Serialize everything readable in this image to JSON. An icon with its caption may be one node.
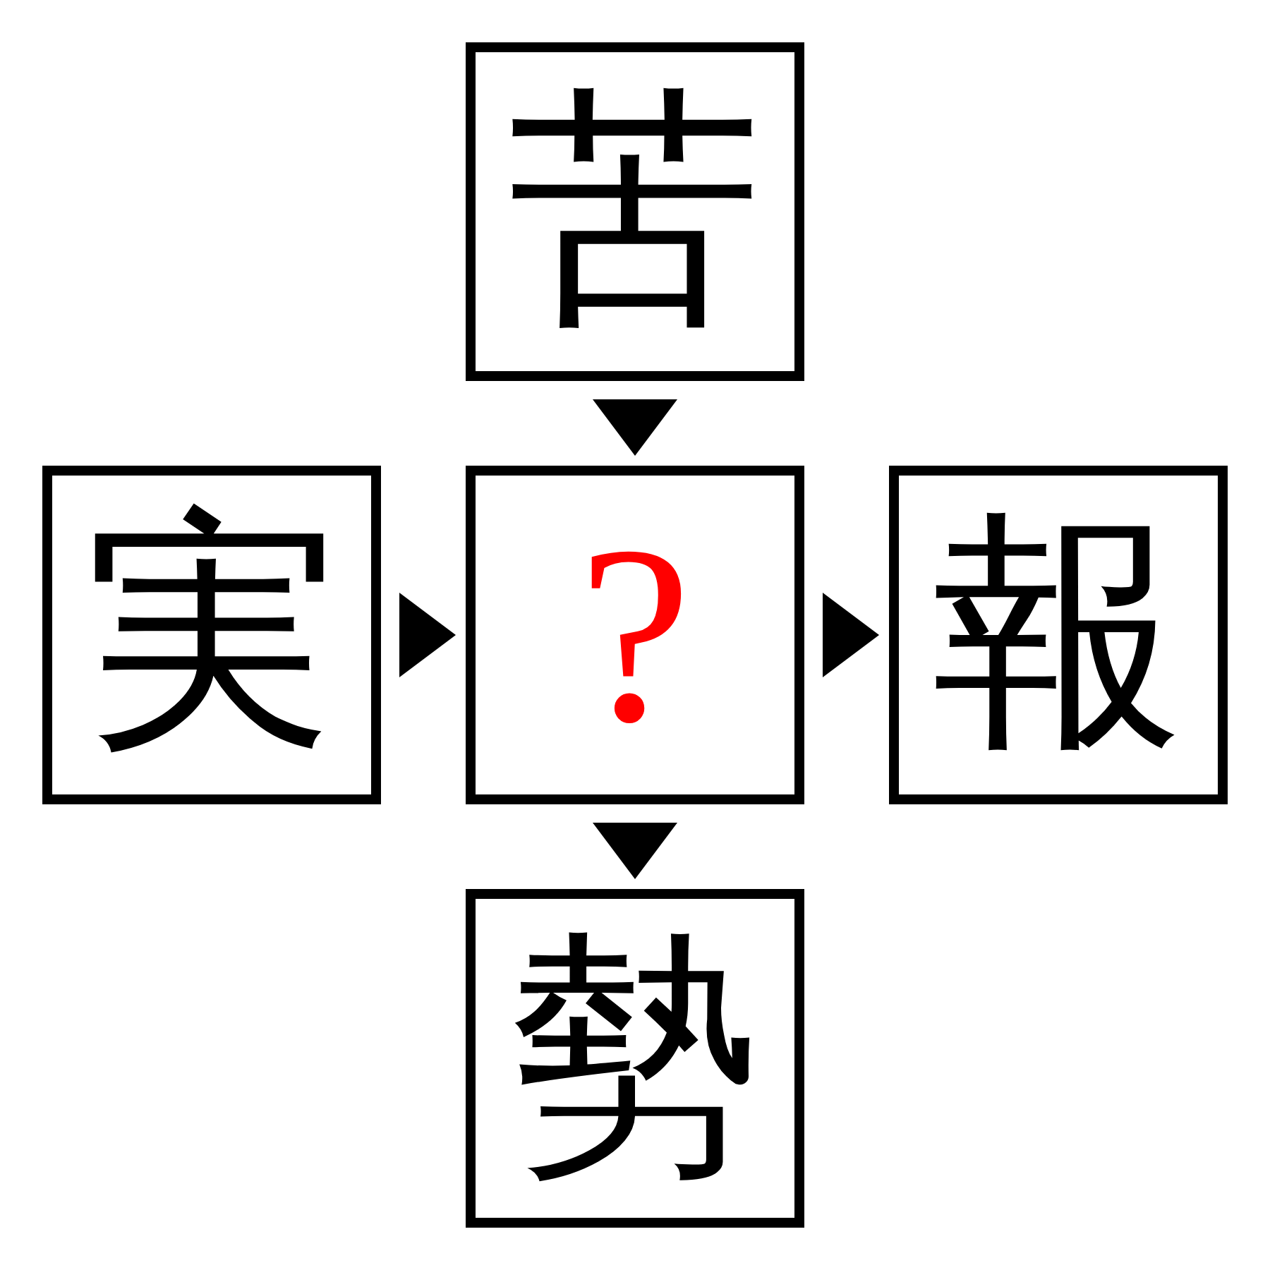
{
  "diagram": {
    "nodes": [
      {
        "text": [
          "苦"
        ]
      },
      {
        "text": [
          "実"
        ]
      },
      {
        "text": [
          "?"
        ]
      },
      {
        "text": [
          "報"
        ]
      },
      {
        "text": [
          "勢"
        ]
      }
    ],
    "edges": [
      {
        "from": 0,
        "to": 2,
        "arrow": "to"
      },
      {
        "from": 1,
        "to": 2,
        "arrow": "to"
      },
      {
        "from": 2,
        "to": 3,
        "arrow": "to"
      },
      {
        "from": 2,
        "to": 4,
        "arrow": "to"
      }
    ]
  }
}
